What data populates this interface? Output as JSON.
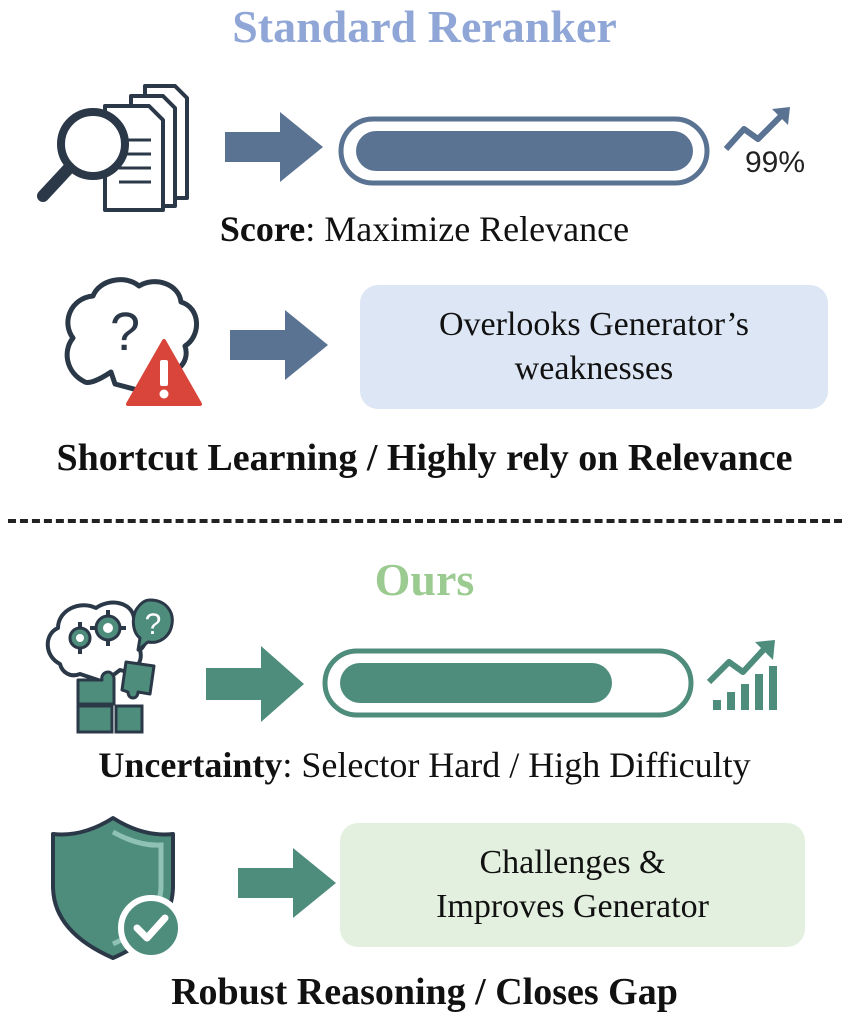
{
  "standard": {
    "title": "Standard Reranker",
    "score_caption_bold": "Score",
    "score_caption_rest": ": Maximize Relevance",
    "score_percent": "99%",
    "score_fill": 0.99,
    "weakness_line1": "Overlooks Generator’s",
    "weakness_line2": "weaknesses",
    "heading": "Shortcut Learning / Highly rely on Relevance"
  },
  "ours": {
    "title": "Ours",
    "uncertainty_caption_bold": "Uncertainty",
    "uncertainty_caption_rest": ": Selector Hard / High Difficulty",
    "challenge_line1": "Challenges &",
    "challenge_line2": "Improves Generator",
    "heading": "Robust Reasoning / Closes Gap"
  },
  "colors": {
    "std_title": "#8fa6d6",
    "ours_title": "#9ccb91",
    "std_accent": "#5a7393",
    "ours_accent": "#4e8c7c",
    "blue_box": "#dde6f4",
    "green_box": "#e3f0df",
    "warning_red": "#d9453b"
  },
  "icons": [
    "documents-magnifier-icon",
    "arrow-right-icon",
    "progress-bar-icon",
    "trend-up-icon",
    "head-question-icon",
    "warning-icon",
    "brain-gears-icon",
    "puzzle-icon",
    "bar-chart-trend-icon",
    "shield-check-icon"
  ]
}
